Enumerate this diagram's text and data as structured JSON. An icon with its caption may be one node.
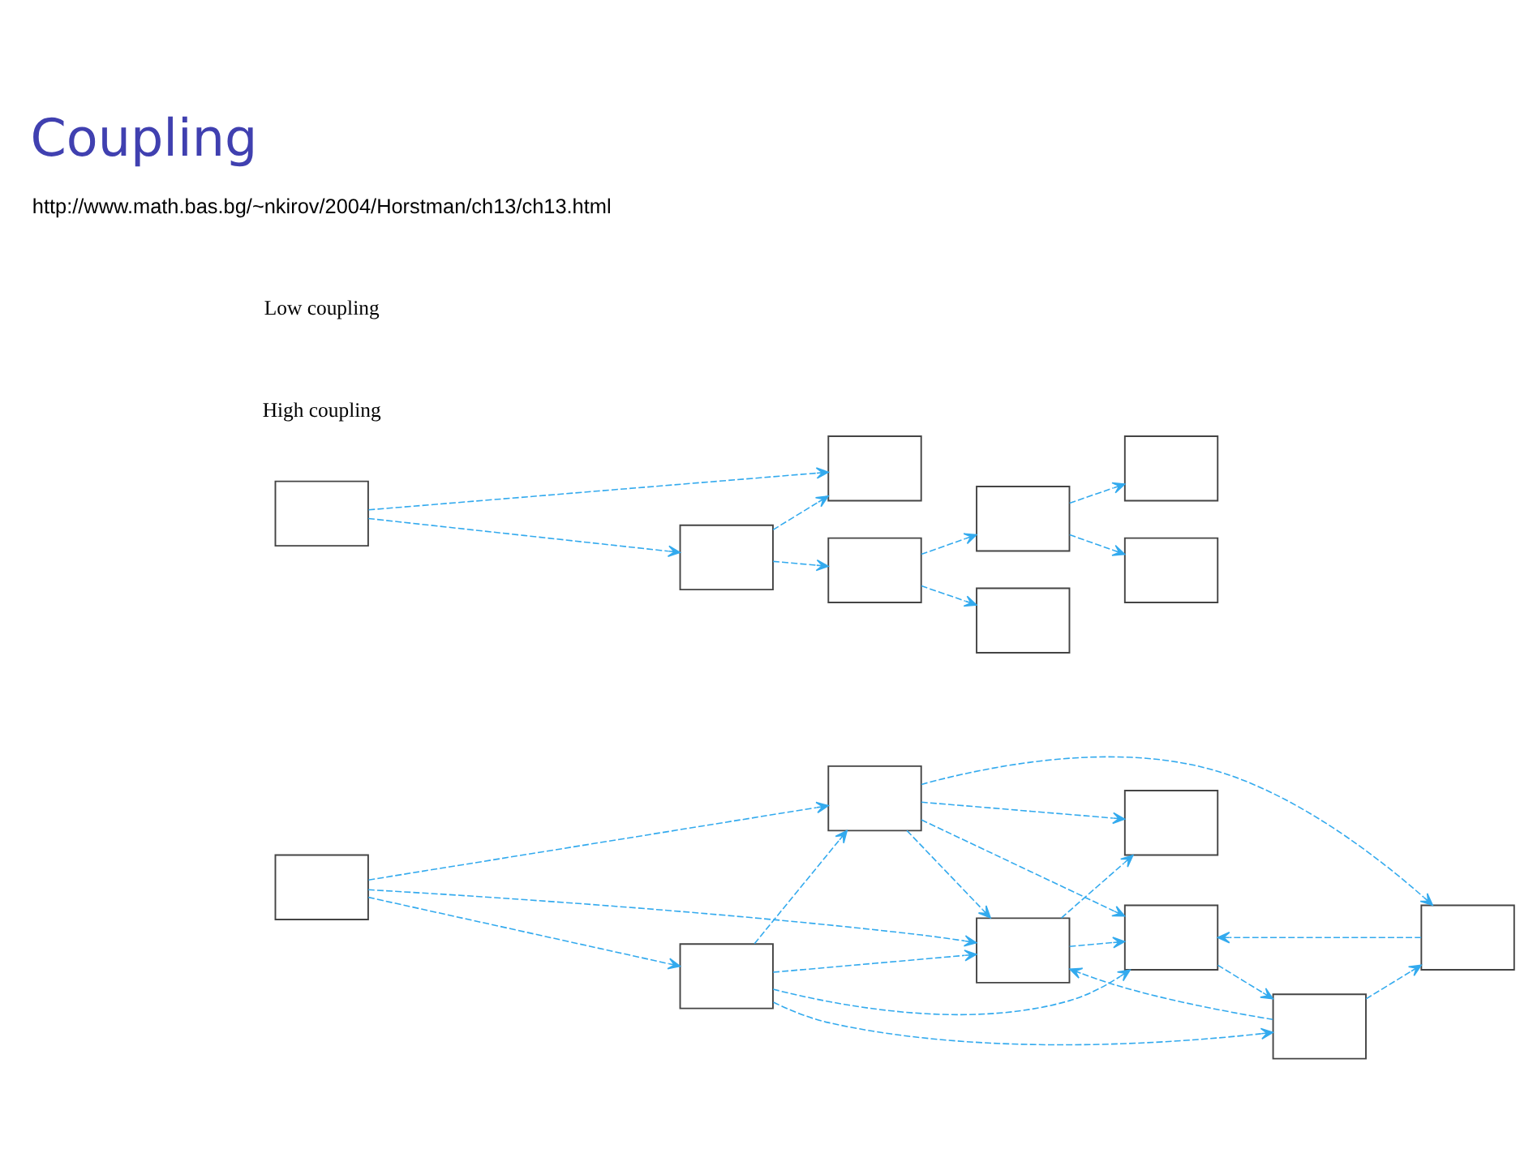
{
  "diagram": {
    "title": "Coupling",
    "nodes": [
      {
        "text": [],
        "shape": "box"
      },
      {
        "text": [],
        "shape": "box"
      },
      {
        "text": [],
        "shape": "box"
      },
      {
        "text": [],
        "shape": "box"
      },
      {
        "text": [],
        "shape": "box"
      },
      {
        "text": [],
        "shape": "box"
      },
      {
        "text": [],
        "shape": "box"
      },
      {
        "text": [],
        "shape": "box"
      },
      {
        "text": [],
        "shape": "box"
      },
      {
        "text": [],
        "shape": "box"
      },
      {
        "text": [],
        "shape": "box"
      },
      {
        "text": [],
        "shape": "box"
      },
      {
        "text": [],
        "shape": "box"
      },
      {
        "text": [],
        "shape": "box"
      },
      {
        "text": [],
        "shape": "box"
      },
      {
        "text": [],
        "shape": "box"
      }
    ],
    "edges": [
      {
        "from": 2,
        "to": 0,
        "arrow": "to",
        "style": "dashed"
      },
      {
        "from": 2,
        "to": 3,
        "arrow": "to",
        "style": "dashed"
      },
      {
        "from": 2,
        "to": 4,
        "arrow": "to",
        "style": "dashed"
      },
      {
        "from": 4,
        "to": 0,
        "arrow": "to",
        "style": "dashed"
      },
      {
        "from": 0,
        "to": 1,
        "arrow": "to",
        "style": "dashed"
      },
      {
        "from": 0,
        "to": 3,
        "arrow": "to",
        "style": "dashed"
      },
      {
        "from": 0,
        "to": 5,
        "arrow": "to",
        "style": "dashed"
      },
      {
        "from": 0,
        "to": 7,
        "arrow": "to",
        "style": "dashed"
      },
      {
        "from": 4,
        "to": 3,
        "arrow": "to",
        "style": "dashed"
      },
      {
        "from": 4,
        "to": 5,
        "arrow": "to",
        "style": "dashed"
      },
      {
        "from": 4,
        "to": 6,
        "arrow": "to",
        "style": "dashed"
      },
      {
        "from": 3,
        "to": 1,
        "arrow": "to",
        "style": "dashed"
      },
      {
        "from": 3,
        "to": 5,
        "arrow": "to",
        "style": "dashed"
      },
      {
        "from": 6,
        "to": 3,
        "arrow": "to",
        "style": "dashed"
      },
      {
        "from": 5,
        "to": 6,
        "arrow": "to",
        "style": "dashed"
      },
      {
        "from": 7,
        "to": 5,
        "arrow": "to",
        "style": "dashed"
      },
      {
        "from": 6,
        "to": 7,
        "arrow": "to",
        "style": "dashed"
      },
      {
        "from": 9,
        "to": 8,
        "arrow": "to",
        "style": "dashed"
      },
      {
        "from": 9,
        "to": 12,
        "arrow": "to",
        "style": "dashed"
      },
      {
        "from": 12,
        "to": 8,
        "arrow": "to",
        "style": "dashed"
      },
      {
        "from": 12,
        "to": 14,
        "arrow": "to",
        "style": "dashed"
      },
      {
        "from": 14,
        "to": 11,
        "arrow": "to",
        "style": "dashed"
      },
      {
        "from": 11,
        "to": 10,
        "arrow": "to",
        "style": "dashed"
      },
      {
        "from": 11,
        "to": 13,
        "arrow": "to",
        "style": "dashed"
      },
      {
        "from": 14,
        "to": 15,
        "arrow": "to",
        "style": "dashed"
      }
    ],
    "labels": [
      "High coupling",
      "Low coupling",
      "http://www.math.bas.bg/~nkirov/2004/Horstman/ch13/ch13.html"
    ]
  }
}
